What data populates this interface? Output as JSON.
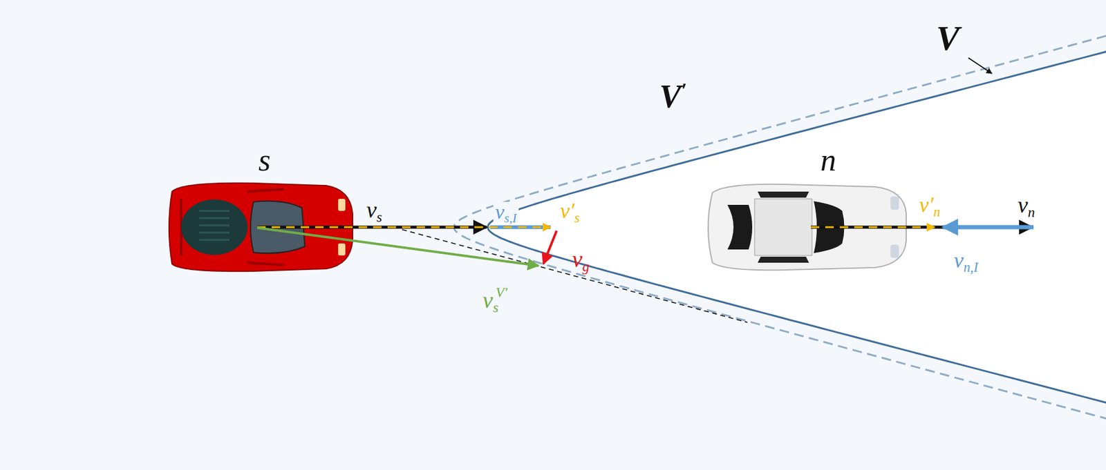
{
  "diagram": {
    "labels": [
      "V′",
      "V",
      "s",
      "n",
      "vs",
      "vs,I",
      "v′s",
      "v′n",
      "vn",
      "vg",
      "vsV′",
      "vn,I"
    ]
  }
}
